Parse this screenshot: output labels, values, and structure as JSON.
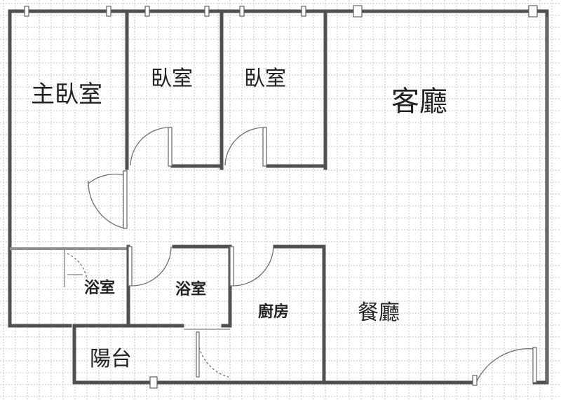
{
  "rooms": {
    "master_bedroom": "主臥室",
    "bedroom_1": "臥室",
    "bedroom_2": "臥室",
    "living_room": "客廳",
    "bathroom_1": "浴室",
    "bathroom_2": "浴室",
    "kitchen": "廚房",
    "dining_room": "餐廳",
    "balcony": "陽台"
  },
  "colors": {
    "wall": "#505050",
    "grid": "#c8c8c8",
    "background": "#ffffff"
  }
}
